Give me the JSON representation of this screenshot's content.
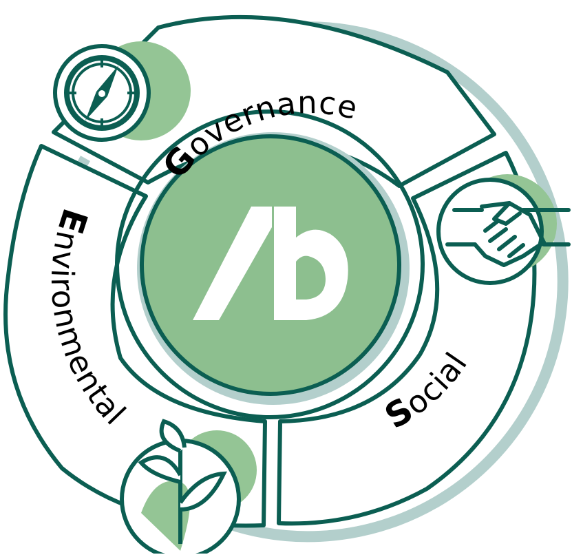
{
  "diagram": {
    "logo_icon": "ab-monogram-icon",
    "segments": [
      {
        "key": "governance",
        "initial": "G",
        "rest": "overnance",
        "icon": "compass-icon"
      },
      {
        "key": "social",
        "initial": "S",
        "rest": "ocial",
        "icon": "handshake-icon"
      },
      {
        "key": "environmental",
        "initial": "E",
        "rest": "nvironmental",
        "icon": "leaf-plant-icon"
      }
    ],
    "colors": {
      "dark_teal": "#0b5e52",
      "mid_green": "#8dbf8f",
      "light_green": "#94c595",
      "shadow": "#b3cfcc",
      "white": "#ffffff"
    }
  }
}
